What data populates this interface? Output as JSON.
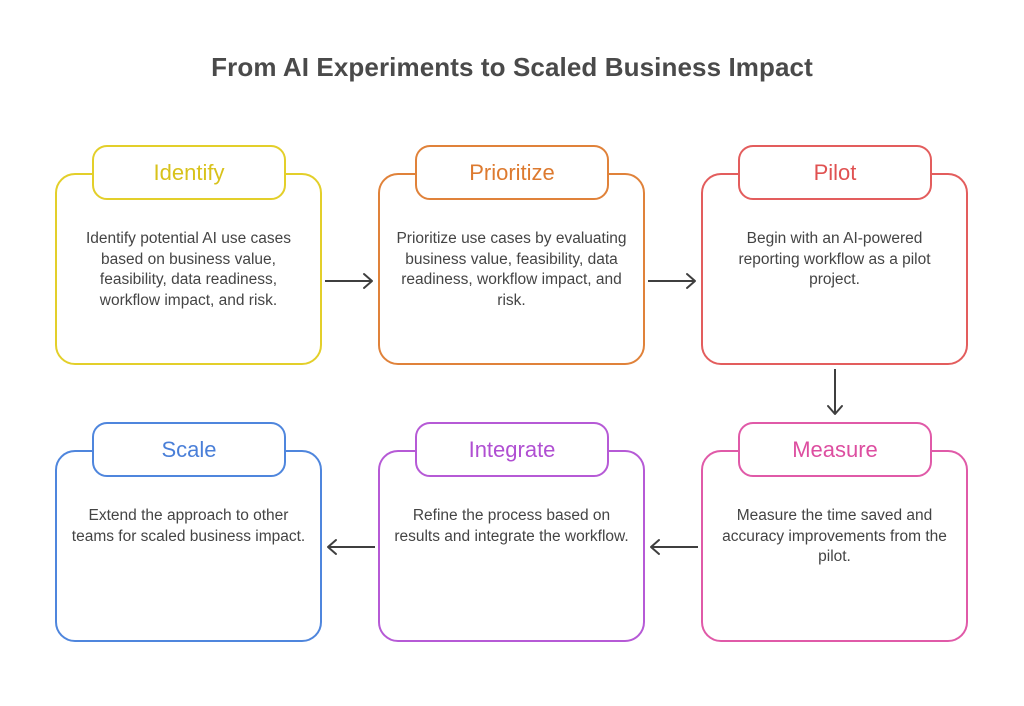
{
  "title": "From AI Experiments to Scaled Business Impact",
  "colors": {
    "identify": "#e3cf2a",
    "prioritize": "#e0823a",
    "pilot": "#e35d5d",
    "measure": "#e05aa8",
    "integrate": "#b65ad6",
    "scale": "#4f86dd",
    "arrow": "#3f3f3f"
  },
  "steps": {
    "identify": {
      "label": "Identify",
      "description": "Identify potential AI use cases based on business value, feasibility, data readiness, workflow impact, and risk."
    },
    "prioritize": {
      "label": "Prioritize",
      "description": "Prioritize use cases by evaluating business value, feasibility, data readiness, workflow impact, and risk."
    },
    "pilot": {
      "label": "Pilot",
      "description": "Begin with an AI-powered reporting workflow as a pilot project."
    },
    "measure": {
      "label": "Measure",
      "description": "Measure the time saved and accuracy improvements from the pilot."
    },
    "integrate": {
      "label": "Integrate",
      "description": "Refine the process based on results and integrate the workflow."
    },
    "scale": {
      "label": "Scale",
      "description": "Extend the approach to other teams for scaled business impact."
    }
  },
  "arrows": [
    "arrow-right",
    "arrow-right",
    "arrow-down",
    "arrow-left",
    "arrow-left"
  ]
}
